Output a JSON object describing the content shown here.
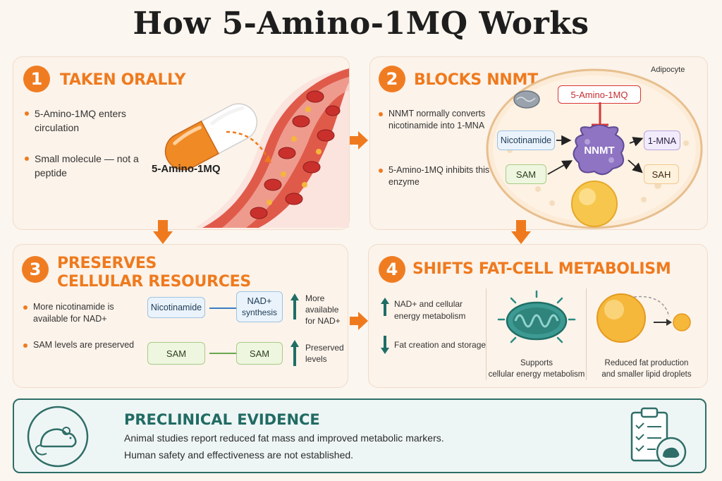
{
  "title": "How 5-Amino-1MQ Works",
  "panel1": {
    "number": "1",
    "title": "TAKEN ORALLY",
    "bullets": [
      "5-Amino-1MQ enters circulation",
      "Small molecule — not a peptide"
    ],
    "capsule_label": "5-Amino-1MQ"
  },
  "panel2": {
    "number": "2",
    "title": "BLOCKS NNMT",
    "bullets": [
      "NNMT normally converts nicotinamide into 1-MNA",
      "5-Amino-1MQ inhibits this enzyme"
    ],
    "cell_label": "Adipocyte",
    "inhibitor": "5-Amino-1MQ",
    "enzyme": "NNMT",
    "inputs": [
      "Nicotinamide",
      "SAM"
    ],
    "outputs": [
      "1-MNA",
      "SAH"
    ]
  },
  "panel3": {
    "number": "3",
    "title_line1": "PRESERVES",
    "title_line2": "CELLULAR RESOURCES",
    "bullets": [
      "More nicotinamide is available for NAD+",
      "SAM levels are preserved"
    ],
    "row1_left": "Nicotinamide",
    "row1_right_line1": "NAD+",
    "row1_right_line2": "synthesis",
    "row1_note": "More available for NAD+",
    "row2_left": "SAM",
    "row2_right": "SAM",
    "row2_note": "Preserved levels"
  },
  "panel4": {
    "number": "4",
    "title": "SHIFTS FAT-CELL METABOLISM",
    "up_item": "NAD+ and cellular energy metabolism",
    "down_item": "Fat creation and storage",
    "mito_caption_line1": "Supports",
    "mito_caption_line2": "cellular energy metabolism",
    "lipid_caption_line1": "Reduced fat production",
    "lipid_caption_line2": "and smaller lipid droplets"
  },
  "evidence": {
    "title": "PRECLINICAL EVIDENCE",
    "line1": "Animal studies report reduced fat mass and improved metabolic markers.",
    "line2": "Human safety and effectiveness are not established."
  },
  "colors": {
    "accent": "#ef7a1e",
    "teal": "#216b64",
    "panel_bg": "#fcf3ea"
  },
  "icons": [
    "capsule-icon",
    "blood-vessel-icon",
    "mitochondrion-icon",
    "lipid-droplet-icon",
    "mouse-icon",
    "clipboard-icon"
  ]
}
